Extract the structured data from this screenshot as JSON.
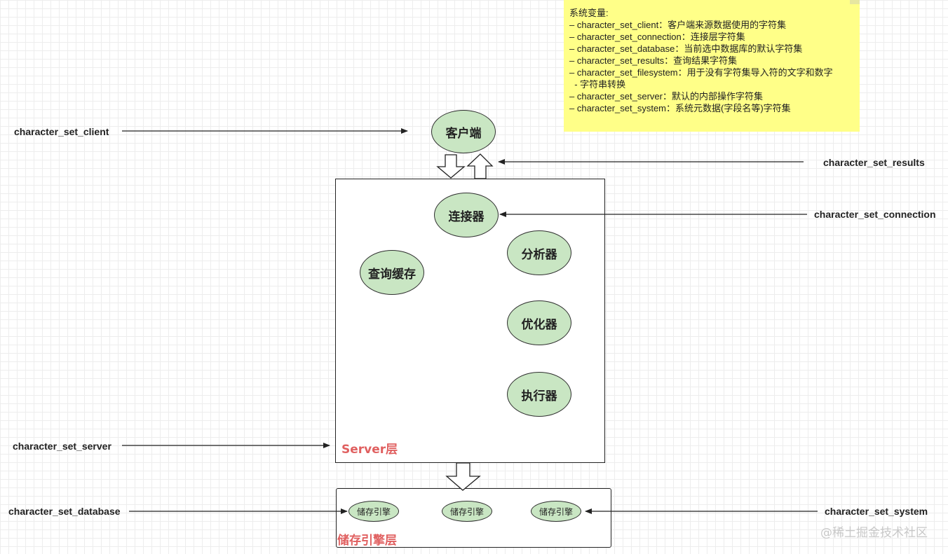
{
  "note": {
    "lines": [
      "系统变量:",
      "– character_set_client：客户端来源数据使用的字符集",
      "– character_set_connection：连接层字符集",
      "– character_set_database：当前选中数据库的默认字符集",
      "– character_set_results：查询结果字符集",
      "– character_set_filesystem：用于没有字符集导入符的文字和数字",
      "  - 字符串转换",
      "– character_set_server：默认的内部操作字符集",
      "– character_set_system：系统元数据(字段名等)字符集"
    ]
  },
  "nodes": {
    "client": "客户端",
    "connector": "连接器",
    "query_cache": "查询缓存",
    "analyzer": "分析器",
    "optimizer": "优化器",
    "executor": "执行器",
    "engine_1": "储存引擎",
    "engine_2": "储存引擎",
    "engine_3": "储存引擎"
  },
  "layers": {
    "server": "Server层",
    "storage": "储存引擎层"
  },
  "labels": {
    "client": "character_set_client",
    "results": "character_set_results",
    "connection": "character_set_connection",
    "server": "character_set_server",
    "database": "character_set_database",
    "system": "character_set_system"
  },
  "watermark": "@稀土掘金技术社区"
}
